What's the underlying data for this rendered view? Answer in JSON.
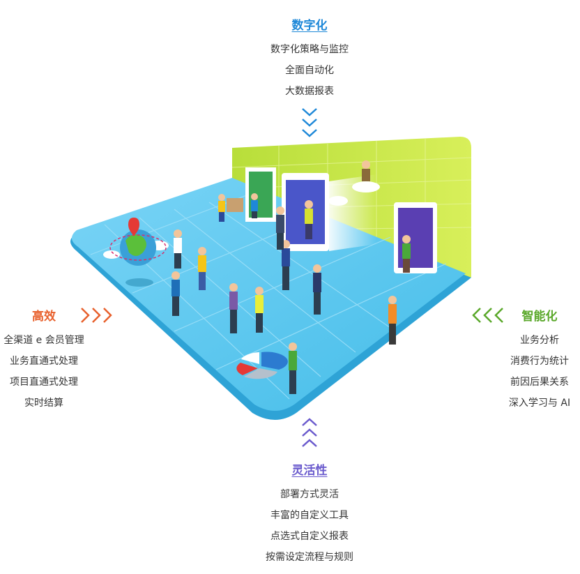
{
  "colors": {
    "top": "#1e88d8",
    "left": "#e8602c",
    "right": "#5aa82a",
    "bottom": "#6a5acd",
    "floor": "#5cc8f0",
    "wall": "#c6e64a"
  },
  "top": {
    "title": "数字化",
    "items": [
      "数字化策略与监控",
      "全面自动化",
      "大数据报表"
    ]
  },
  "left": {
    "title": "高效",
    "items": [
      "全渠道 e 会员管理",
      "业务直通式处理",
      "项目直通式处理",
      "实时结算"
    ]
  },
  "right": {
    "title": "智能化",
    "items": [
      "业务分析",
      "消费行为统计",
      "前因后果关系",
      "深入学习与 AI"
    ]
  },
  "bottom": {
    "title": "灵活性",
    "items": [
      "部署方式灵活",
      "丰富的自定义工具",
      "点选式自定义报表",
      "按需设定流程与规则"
    ]
  }
}
